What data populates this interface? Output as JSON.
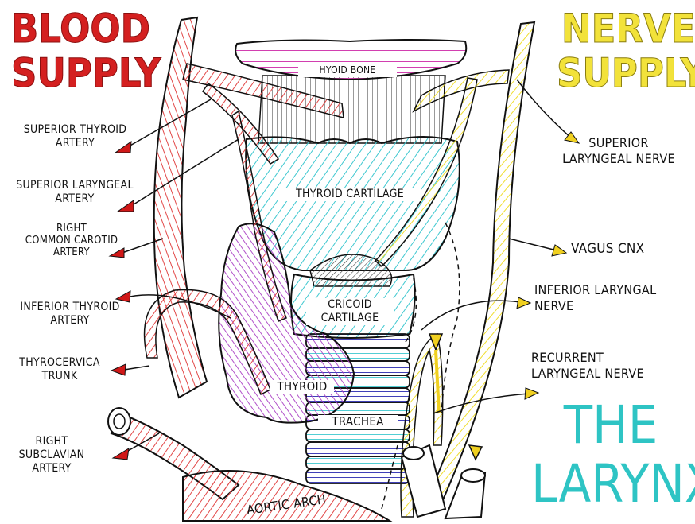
{
  "titles": {
    "blood_1": "BLOOD",
    "blood_2": "SUPPLY",
    "nerve_1": "NERVE",
    "nerve_2": "SUPPLY",
    "larynx_1": "THE",
    "larynx_2": "LARYNX"
  },
  "left_labels": {
    "sup_thyroid_1": "SUPERIOR THYROID",
    "sup_thyroid_2": "ARTERY",
    "sup_laryngeal_1": "SUPERIOR LARYNGEAL",
    "sup_laryngeal_2": "ARTERY",
    "carotid_1": "RIGHT",
    "carotid_2": "COMMON CAROTID",
    "carotid_3": "ARTERY",
    "inf_thyroid_1": "INFERIOR THYROID",
    "inf_thyroid_2": "ARTERY",
    "thyrocervical_1": "THYROCERVICA",
    "thyrocervical_2": "TRUNK",
    "subclavian_1": "RIGHT",
    "subclavian_2": "SUBCLAVIAN",
    "subclavian_3": "ARTERY"
  },
  "right_labels": {
    "sup_laryngeal_nerve_1": "SUPERIOR",
    "sup_laryngeal_nerve_2": "LARYNGEAL NERVE",
    "vagus": "VAGUS CNX",
    "inf_laryngeal_1": "INFERIOR LARYNGAL",
    "inf_laryngeal_2": "NERVE",
    "recurrent_1": "RECURRENT",
    "recurrent_2": "LARYNGEAL NERVE"
  },
  "structure_labels": {
    "hyoid": "HYOID BONE",
    "thyroid_cartilage": "THYROID CARTILAGE",
    "cricoid_1": "CRICOID",
    "cricoid_2": "CARTILAGE",
    "thyroid": "THYROID",
    "trachea": "TRACHEA",
    "aortic_arch": "AORTIC ARCH"
  },
  "colors": {
    "blood_title": "#d42020",
    "nerve_title": "#f2e23a",
    "larynx_title": "#2ec4c4",
    "artery": "#e24848",
    "nerve": "#f0de30",
    "hyoid": "#d23fb0",
    "thyroid_cartilage": "#3fc8d0",
    "thyroid_gland": "#a93fc4",
    "trachea_ring": "#2a2ab0",
    "arrow_red": "#d01818",
    "arrow_yellow": "#f0d020"
  }
}
